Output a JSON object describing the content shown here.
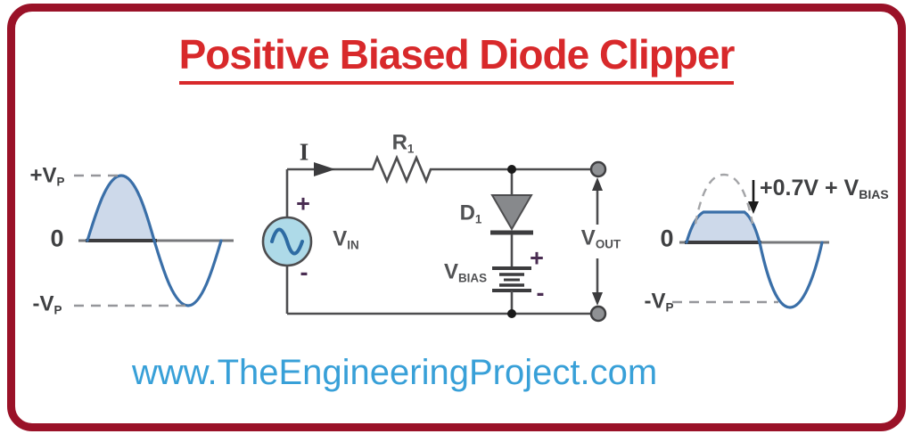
{
  "title": {
    "text": "Positive Biased Diode Clipper"
  },
  "footer": {
    "website": "www.TheEngineeringProject.com"
  },
  "input_waveform": {
    "description": "sine wave input, positive half-cycle shaded",
    "peak_label": {
      "main": "+V",
      "sub": "P"
    },
    "zero_label": "0",
    "trough_label": {
      "main": "-V",
      "sub": "P"
    }
  },
  "circuit": {
    "current_label": "I",
    "resistor_label": {
      "main": "R",
      "sub": "1"
    },
    "source_plus": "+",
    "source_minus": "-",
    "source_label": {
      "main": "V",
      "sub": "IN"
    },
    "diode_label": {
      "main": "D",
      "sub": "1"
    },
    "bias_label": {
      "main": "V",
      "sub": "BIAS"
    },
    "bias_plus": "+",
    "bias_minus": "-",
    "output_label": {
      "main": "V",
      "sub": "OUT"
    }
  },
  "output_waveform": {
    "description": "output wave clipped flat at +0.7V + VBIAS, original peak shown dashed",
    "clip_level_label": {
      "main": "+0.7V + V",
      "sub": "BIAS"
    },
    "zero_label": "0",
    "trough_label": {
      "main": "-V",
      "sub": "P"
    }
  },
  "colors": {
    "frame": "#9a1228",
    "title": "#d8292b",
    "website": "#38a0d8",
    "wave_stroke": "#3a6fa8",
    "wave_fill": "#cdd9ea",
    "wire": "#4d4d4f",
    "diode_fill": "#87898c",
    "source_fill": "#aedae8"
  }
}
